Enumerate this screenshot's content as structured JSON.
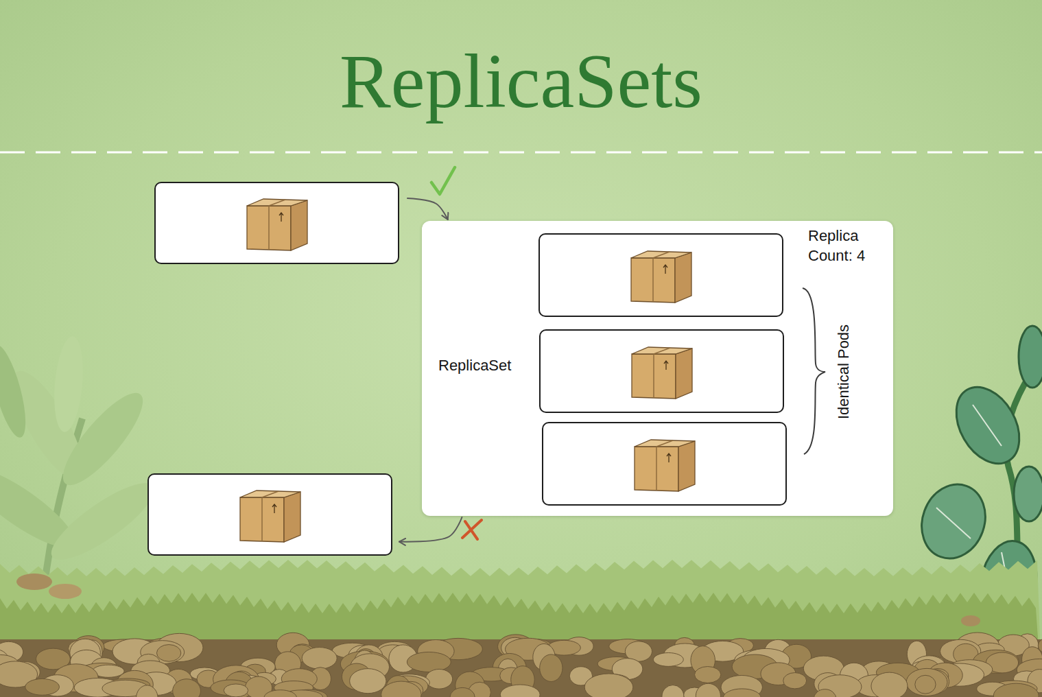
{
  "diagram": {
    "title": "ReplicaSets",
    "nodes": [
      {
        "text": []
      },
      {
        "text": [
          "ReplicaSet",
          "Replica Count: 4"
        ]
      },
      {
        "text": [],
        "in": 1
      },
      {
        "text": [],
        "in": 1
      },
      {
        "text": [],
        "in": 1
      },
      {
        "text": []
      }
    ],
    "edges": [
      {
        "from": 0,
        "to": 1,
        "arrow": "to"
      },
      {
        "from": 1,
        "to": 5,
        "arrow": "to"
      }
    ],
    "labels": [
      "Identical Pods"
    ]
  }
}
